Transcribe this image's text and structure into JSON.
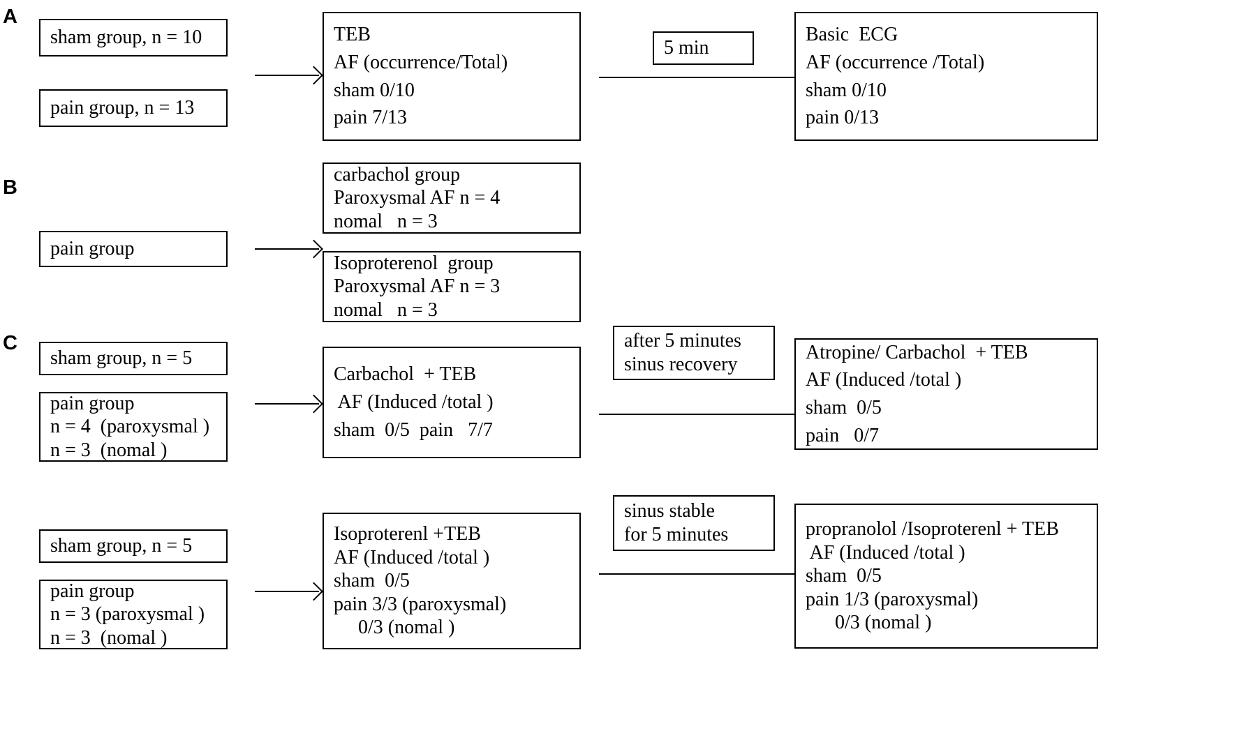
{
  "figure": {
    "type": "experimental-protocol-flowchart",
    "panels": [
      {
        "label": "A",
        "boxes": [
          {
            "name": "sham-group-a",
            "lines": [
              "sham group, n = 10"
            ]
          },
          {
            "name": "pain-group-a",
            "lines": [
              "pain group, n = 13"
            ]
          },
          {
            "name": "teb-a",
            "lines": [
              "TEB",
              "AF (occurrence/Total)",
              "sham 0/10",
              "pain 7/13"
            ]
          },
          {
            "name": "interval-5min",
            "lines": [
              "5 min"
            ]
          },
          {
            "name": "basic-ecg-a",
            "lines": [
              "Basic  ECG",
              "AF (occurrence /Total)",
              "sham 0/10",
              "pain 0/13"
            ]
          }
        ]
      },
      {
        "label": "B",
        "boxes": [
          {
            "name": "pain-group-b",
            "lines": [
              "pain group"
            ]
          },
          {
            "name": "carbachol-group-b",
            "lines": [
              "carbachol group",
              "Paroxysmal AF n = 4",
              "nomal   n = 3"
            ]
          },
          {
            "name": "isoproterenol-group-b",
            "lines": [
              "Isoproterenol  group",
              "Paroxysmal AF n = 3",
              "nomal   n = 3"
            ]
          }
        ]
      },
      {
        "label": "C",
        "boxes": [
          {
            "name": "sham-group-c1",
            "lines": [
              "sham group, n = 5"
            ]
          },
          {
            "name": "pain-group-c1",
            "lines": [
              "pain group",
              "n = 4  (paroxysmal )",
              "n = 3  (nomal )"
            ]
          },
          {
            "name": "carbachol-teb-c1",
            "lines": [
              "Carbachol  + TEB",
              " AF (Induced /total )",
              "sham  0/5  pain   7/7"
            ]
          },
          {
            "name": "after-5-minutes-sinus-recovery",
            "lines": [
              "after 5 minutes",
              "sinus recovery"
            ]
          },
          {
            "name": "atropine-carbachol-teb-c1",
            "lines": [
              "Atropine/ Carbachol  + TEB",
              "AF (Induced /total )",
              "sham  0/5",
              "pain   0/7"
            ]
          },
          {
            "name": "sham-group-c2",
            "lines": [
              "sham group, n = 5"
            ]
          },
          {
            "name": "pain-group-c2",
            "lines": [
              "pain group",
              "n = 3 (paroxysmal )",
              "n = 3  (nomal )"
            ]
          },
          {
            "name": "isoproterenl-teb-c2",
            "lines": [
              "Isoproterenl +TEB",
              "AF (Induced /total )",
              "sham  0/5",
              "pain 3/3 (paroxysmal)",
              "     0/3 (nomal )"
            ]
          },
          {
            "name": "sinus-stable-for-5-minutes",
            "lines": [
              "sinus stable",
              "for 5 minutes"
            ]
          },
          {
            "name": "propranolol-isoproterenl-teb-c2",
            "lines": [
              "propranolol /Isoproterenl + TEB",
              " AF (Induced /total )",
              "sham  0/5",
              "pain 1/3 (paroxysmal)",
              "      0/3 (nomal )"
            ]
          }
        ]
      }
    ]
  },
  "colors": {
    "stroke": "#000000",
    "background": "#ffffff",
    "text": "#000000"
  }
}
